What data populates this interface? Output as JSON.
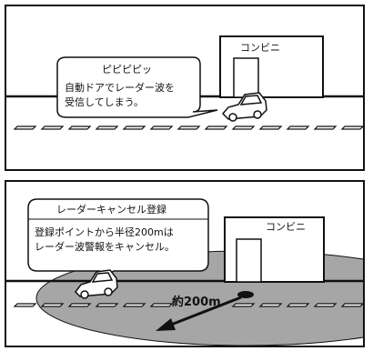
{
  "scene1": {
    "store_label": "コンビニ",
    "bubble_title": "ピピピピッ",
    "bubble_line1": "自動ドアでレーダー波を",
    "bubble_line2": "受信してしまう。",
    "colors": {
      "line": "#111111",
      "background": "#ffffff"
    }
  },
  "scene2": {
    "store_label": "コンビニ",
    "bubble_title": "レーダーキャンセル登録",
    "bubble_line1": "登録ポイントから半径200mは",
    "bubble_line2": "レーダー波警報をキャンセル。",
    "radius_label": "約200m",
    "colors": {
      "line": "#111111",
      "zone": "#a6a6a6",
      "background": "#ffffff"
    }
  }
}
